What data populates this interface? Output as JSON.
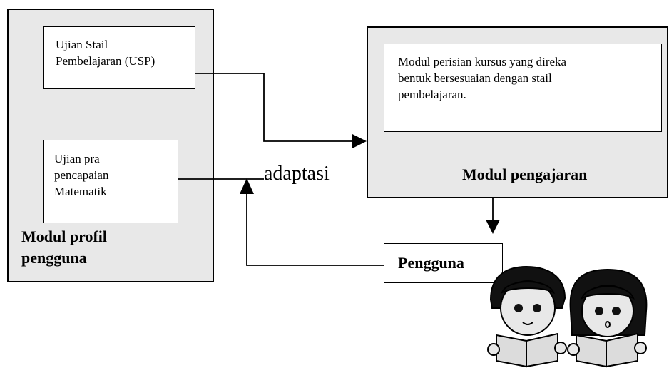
{
  "profile_module": {
    "title": "Modul profil\npengguna",
    "usp_test": "Ujian Stail\nPembelajaran (USP)",
    "math_pretest": "Ujian pra\npencapaian\nMatematik"
  },
  "teaching_module": {
    "title": "Modul pengajaran",
    "course_description": "Modul perisian kursus yang  direka\nbentuk bersesuaian dengan stail\npembelajaran."
  },
  "adaptation_label": "adaptasi",
  "user_label": "Pengguna",
  "colors": {
    "module_fill": "#e8e8e8",
    "line": "#000000"
  },
  "icons": [
    "boy-reading-icon",
    "girl-reading-icon"
  ]
}
